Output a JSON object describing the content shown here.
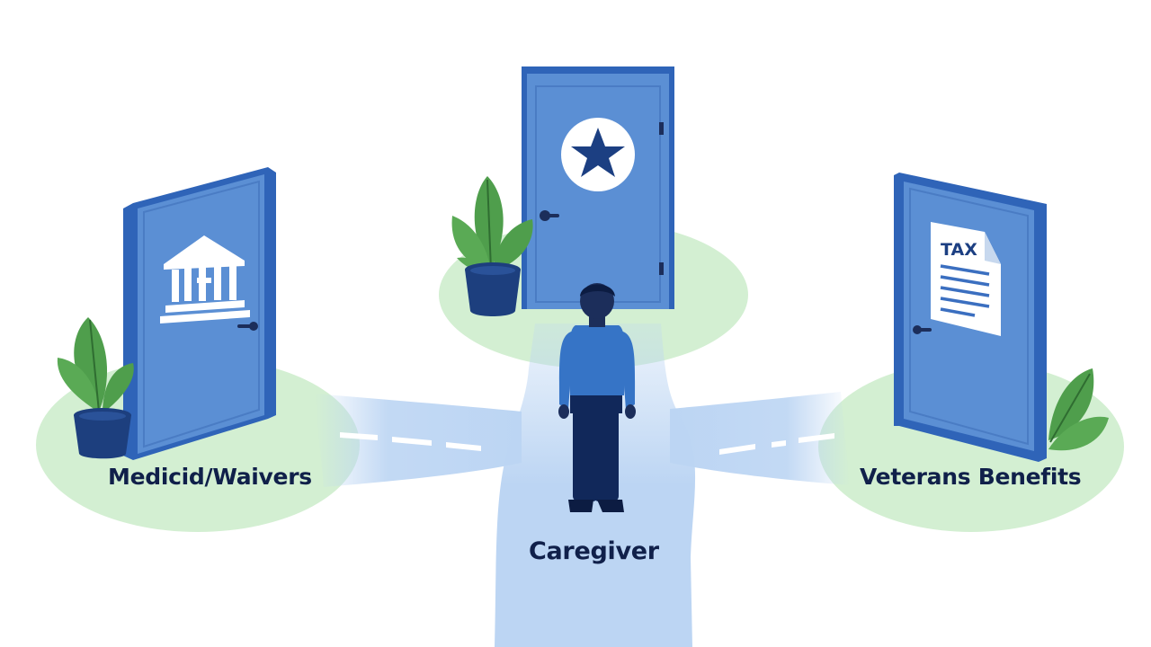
{
  "labels": {
    "left": "Medicid/Waivers",
    "center": "Caregiver",
    "right": "Veterans Benefits"
  },
  "doors": {
    "left": {
      "icon": "bank-building-icon"
    },
    "center": {
      "icon": "star-icon"
    },
    "right": {
      "icon": "tax-document-icon",
      "icon_text": "TAX"
    }
  },
  "colors": {
    "door": "#5b8fd4",
    "door_frame": "#2f64b8",
    "path": "#bcd5f3",
    "grass": "#d3efd2",
    "leaf": "#4f9e4c",
    "pot": "#1d3f7e",
    "person_shirt": "#3674c6",
    "person_pants": "#11285a",
    "label_text": "#10204a"
  }
}
